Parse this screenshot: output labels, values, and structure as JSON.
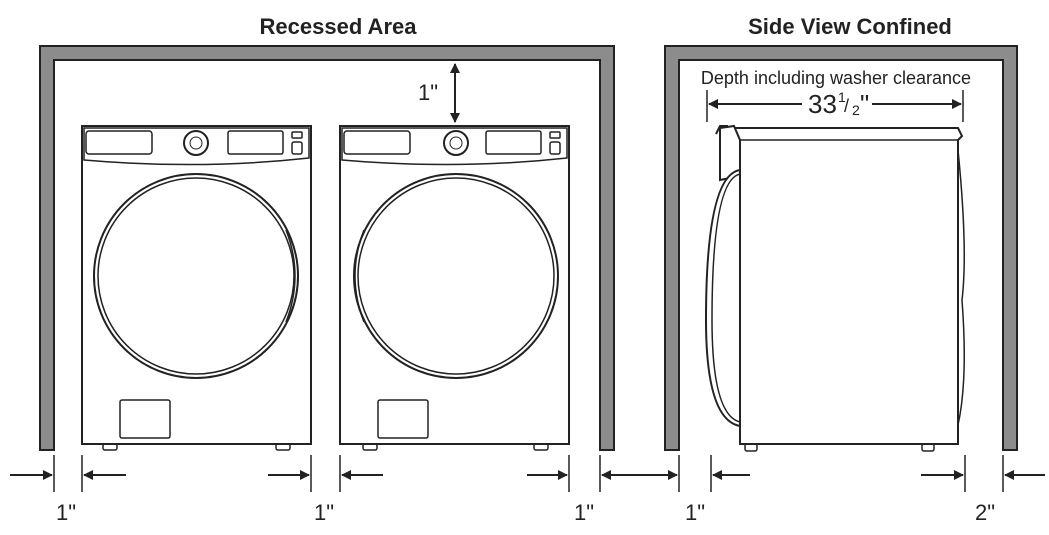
{
  "titles": {
    "recessed": "Recessed Area",
    "side": "Side View Confined"
  },
  "labels": {
    "top_gap": "1\"",
    "depth_caption": "Depth including washer clearance",
    "depth_whole": "33",
    "depth_num": "1",
    "depth_den": "2",
    "depth_unit": "\"",
    "gap_left": "1\"",
    "gap_middle": "1\"",
    "gap_right": "1\"",
    "gap_side_front": "1\"",
    "gap_side_rear": "2\""
  }
}
